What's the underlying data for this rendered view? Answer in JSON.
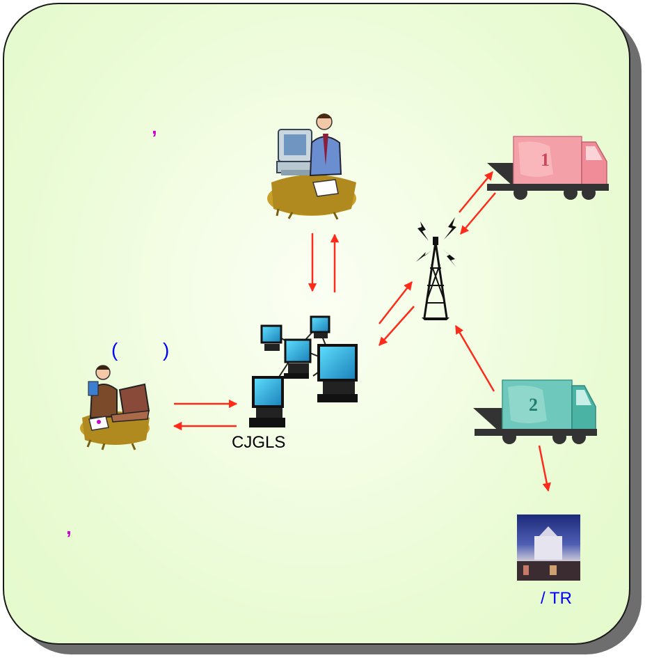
{
  "labels": {
    "network_label": "CJGLS",
    "terminal_label": "/ TR",
    "paren_open": "(",
    "paren_close": ")",
    "comma_top": ",",
    "comma_bottom": ","
  },
  "trucks": [
    {
      "number": "1",
      "color": "#f4a0a8"
    },
    {
      "number": "2",
      "color": "#6ec8bb"
    }
  ],
  "colors": {
    "arrow": "#ff2a1a",
    "text_blue": "#0000ff",
    "text_magenta": "#cc00cc",
    "panel_fill": "#e8fbd2"
  }
}
